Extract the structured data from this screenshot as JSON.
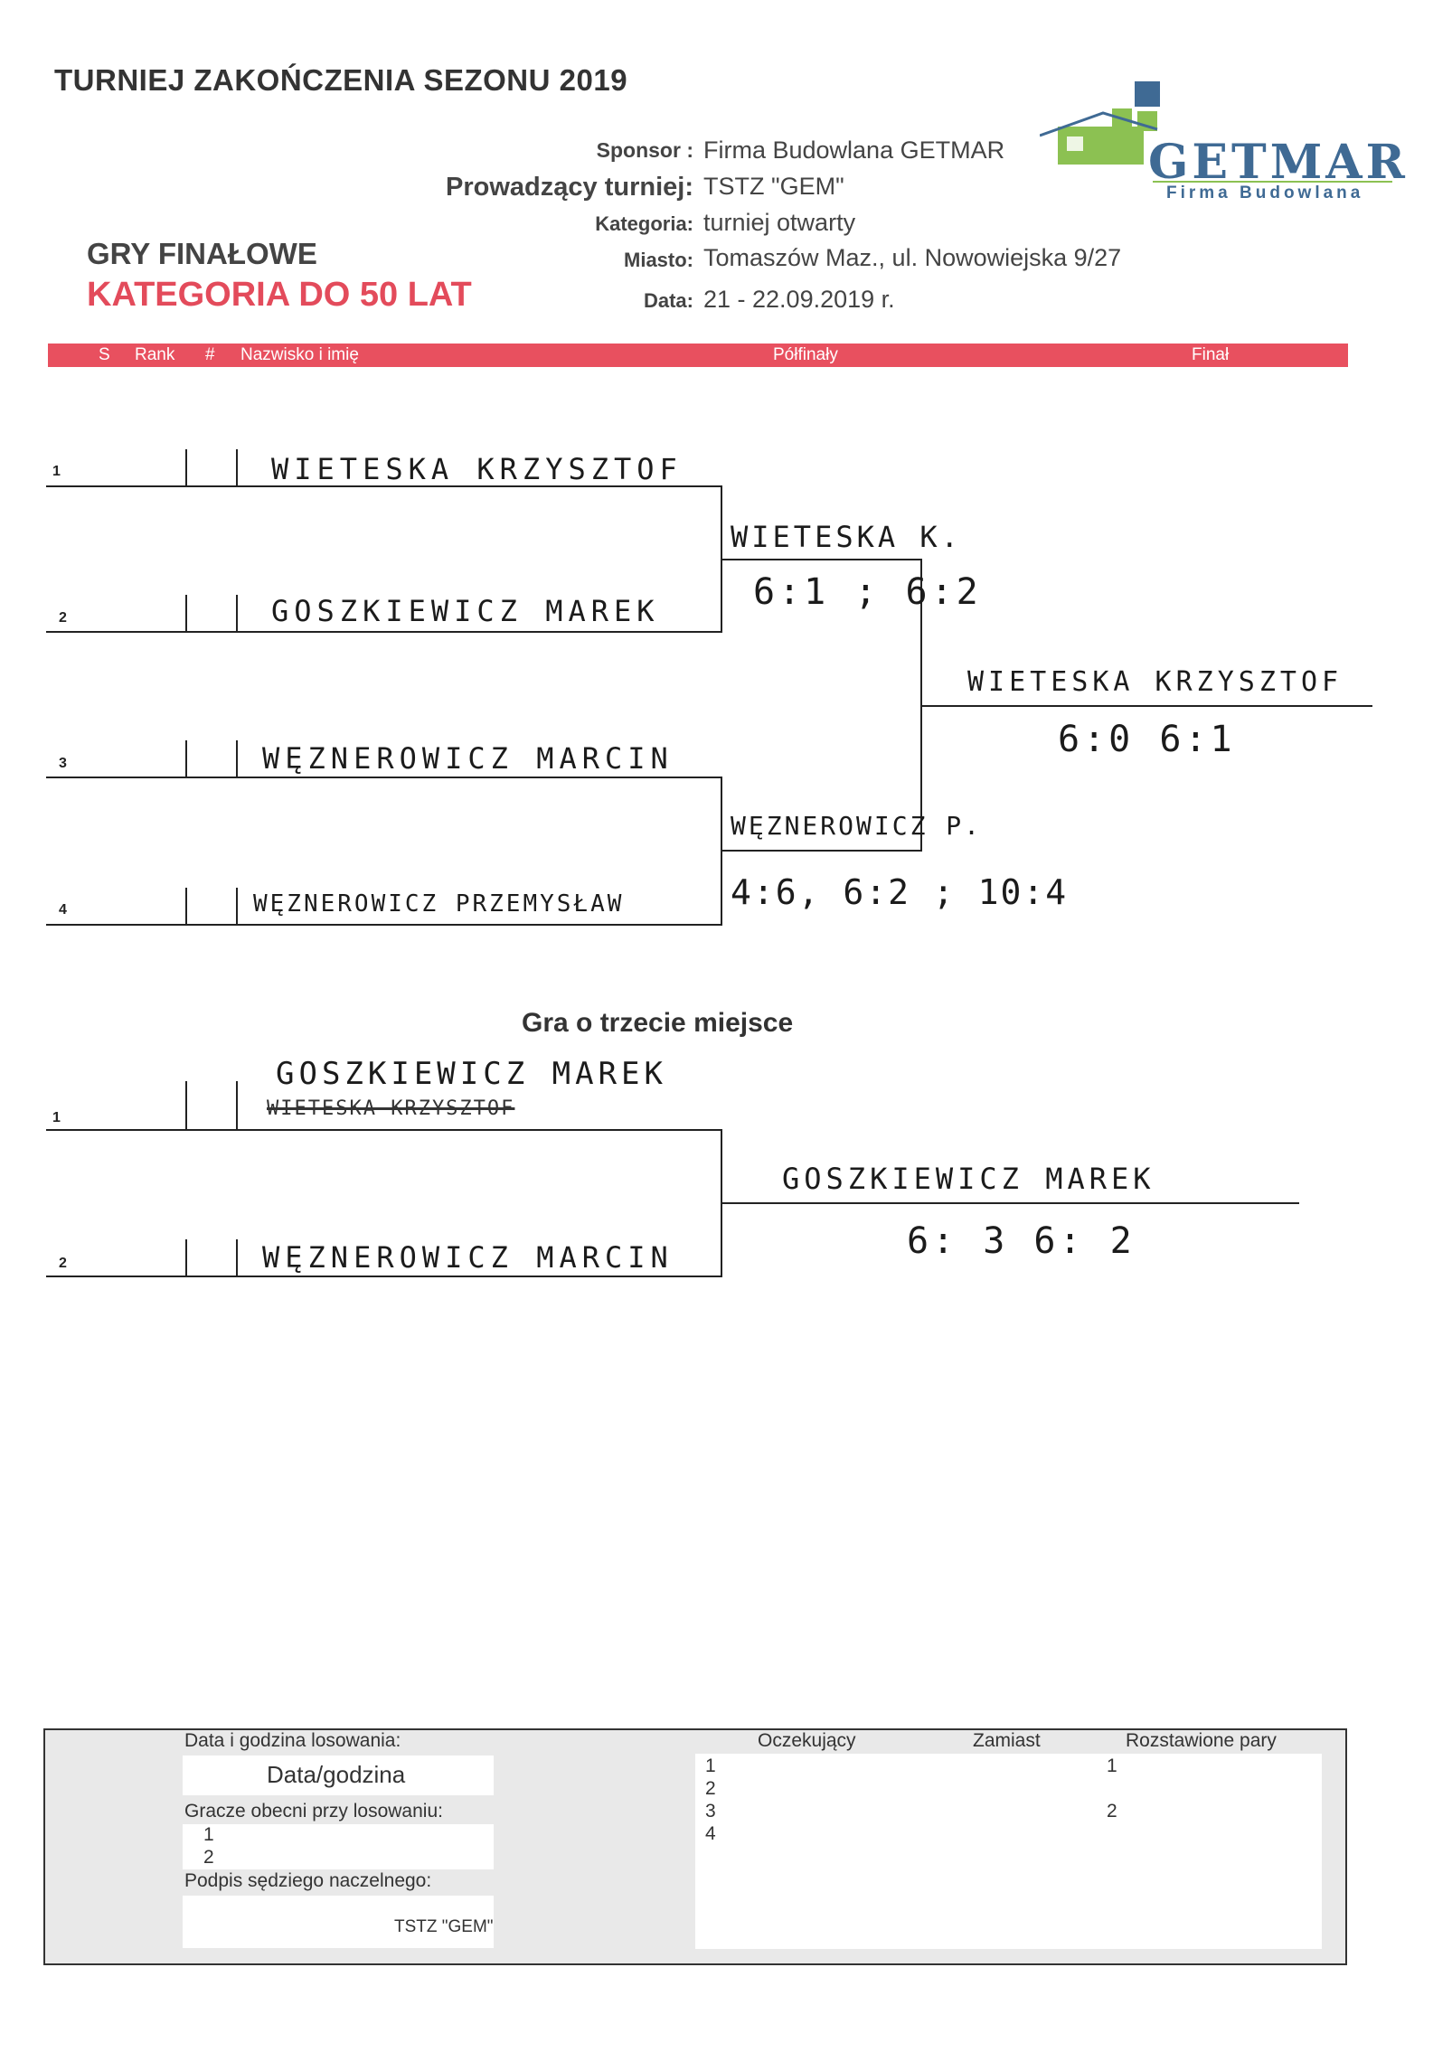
{
  "header": {
    "title": "TURNIEJ ZAKOŃCZENIA SEZONU 2019",
    "sponsor_label": "Sponsor :",
    "sponsor_value": "Firma Budowlana GETMAR",
    "organizer_label": "Prowadzący turniej:",
    "organizer_value": "TSTZ \"GEM\"",
    "category_label": "Kategoria:",
    "category_value": "turniej otwarty",
    "city_label": "Miasto:",
    "city_value": "Tomaszów Maz., ul. Nowowiejska 9/27",
    "date_label": "Data:",
    "date_value": "21 - 22.09.2019 r.",
    "subtitle1": "GRY FINAŁOWE",
    "subtitle2": "KATEGORIA DO 50 LAT"
  },
  "logo": {
    "name": "GETMAR",
    "sub": "Firma Budowlana"
  },
  "colors": {
    "accent": "#e8505f",
    "logo_blue": "#3f6a94",
    "logo_green": "#8cc152"
  },
  "table_header": {
    "s": "S",
    "rank": "Rank",
    "hash": "#",
    "name": "Nazwisko i imię",
    "semifinals": "Półfinały",
    "final": "Finał"
  },
  "bracket": {
    "players": [
      {
        "seed": "1",
        "name": "WIETESKA   KRZYSZTOF"
      },
      {
        "seed": "2",
        "name": "GOSZKIEWICZ   MAREK"
      },
      {
        "seed": "3",
        "name": "WĘZNEROWICZ  MARCIN"
      },
      {
        "seed": "4",
        "name": "WĘZNEROWICZ  PRZEMYSŁAW"
      }
    ],
    "semi1_winner": "WIETESKA K.",
    "semi1_score": "6:1 ; 6:2",
    "semi2_winner": "WĘZNEROWICZ P.",
    "semi2_score": "4:6, 6:2 ; 10:4",
    "final_winner": "WIETESKA  KRZYSZTOF",
    "final_score": "6:0   6:1"
  },
  "third_place": {
    "title": "Gra o trzecie miejsce",
    "players": [
      {
        "seed": "1",
        "name": "GOSZKIEWICZ  MAREK",
        "struck": "WIETESKA KRZYSZTOF"
      },
      {
        "seed": "2",
        "name": "WĘZNEROWICZ  MARCIN"
      }
    ],
    "winner": "GOSZKIEWICZ   MAREK",
    "score": "6: 3   6: 2"
  },
  "footer": {
    "draw_label": "Data i godzina losowania:",
    "draw_value": "Data/godzina",
    "present_label": "Gracze obecni przy losowaniu:",
    "present": [
      "1",
      "2"
    ],
    "signature_label": "Podpis sędziego naczelnego:",
    "signature_value": "TSTZ \"GEM\"",
    "waiting_label": "Oczekujący",
    "instead_label": "Zamiast",
    "seeded_label": "Rozstawione pary",
    "waiting": [
      "1",
      "2",
      "3",
      "4"
    ],
    "seeded": [
      "1",
      "2"
    ]
  }
}
